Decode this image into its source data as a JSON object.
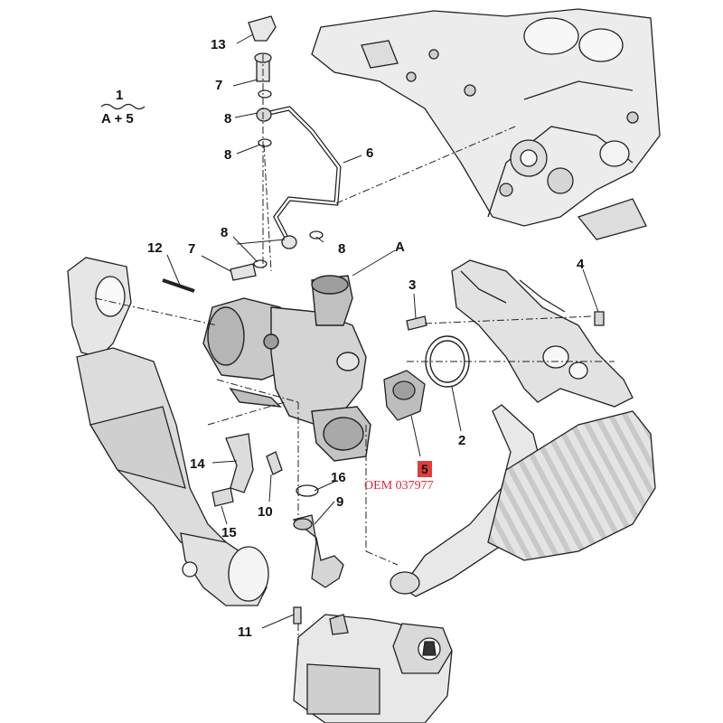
{
  "colors": {
    "line": "#222222",
    "part_fill": "#e9e9e9",
    "part_shade": "#bcbcbc",
    "highlight": "#e23b3b",
    "oem_text": "#e0243a"
  },
  "group_label": {
    "top": "1",
    "bottom": "A + 5"
  },
  "callouts": {
    "c13": "13",
    "c7a": "7",
    "c8a": "8",
    "c8b": "8",
    "c6": "6",
    "c8c": "8",
    "c8d": "8",
    "c7b": "7",
    "c12": "12",
    "cA": "A",
    "c3": "3",
    "c4": "4",
    "c2": "2",
    "c14": "14",
    "c15": "15",
    "c10": "10",
    "c16": "16",
    "c9": "9",
    "c11": "11"
  },
  "highlight_label": "5",
  "oem_text": "OEM 037977"
}
